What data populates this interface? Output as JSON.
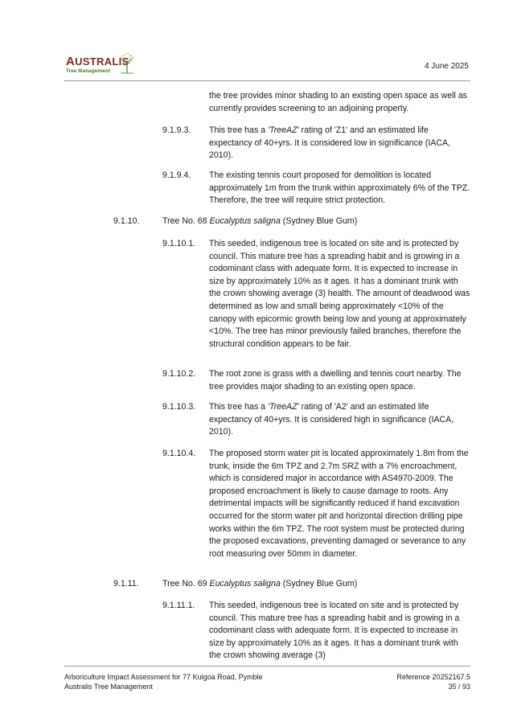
{
  "header": {
    "logo_name_first": "A",
    "logo_name_rest": "USTRALIS",
    "logo_subtitle": "Tree Management",
    "date": "4 June 2025",
    "colors": {
      "brand_red": "#7a2a22",
      "brand_green": "#4a7a28"
    }
  },
  "body": {
    "p_cont": "the tree provides minor shading to an existing open space as well as currently provides screening to an adjoining property.",
    "n_9193": "9.1.9.3.",
    "p_9193_a": "This tree has a ",
    "p_9193_i": "'TreeAZ'",
    "p_9193_b": " rating of 'Z1' and an estimated life expectancy of 40+yrs. It is considered low in significance (IACA, 2010).",
    "n_9194": "9.1.9.4.",
    "p_9194": "The existing tennis court proposed for demolition is located approximately 1m from the trunk within approximately 6% of the TPZ. Therefore, the tree will require strict protection.",
    "n_9110": "9.1.10.",
    "h_9110_a": "Tree No. 68 ",
    "h_9110_i": "Eucalyptus saligna",
    "h_9110_b": " (Sydney Blue Gum)",
    "n_91101": "9.1.10.1.",
    "p_91101": "This seeded, indigenous tree is located on site and is protected by council. This mature tree has a spreading habit and is growing in a codominant class with adequate form. It is expected to increase in size by approximately 10% as it ages. It has a dominant trunk with the crown showing average (3) health. The amount of deadwood was determined as low and small being approximately <10% of the canopy with epicormic growth being low and young at approximately <10%. The tree has minor previously failed branches, therefore the structural condition appears to be fair.",
    "n_91102": "9.1.10.2.",
    "p_91102": "The root zone is grass with a dwelling and tennis court nearby. The tree provides major shading to an existing open space.",
    "n_91103": "9.1.10.3.",
    "p_91103_a": "This tree has a ",
    "p_91103_i": "'TreeAZ'",
    "p_91103_b": " rating of 'A2' and an estimated life expectancy of 40+yrs. It is considered high in significance (IACA, 2010).",
    "n_91104": "9.1.10.4.",
    "p_91104": "The proposed storm water pit is located approximately 1.8m from the trunk, inside the 6m TPZ and 2.7m SRZ with a 7% encroachment, which is considered major in accordance with AS4970-2009. The proposed encroachment is likely to cause damage to roots. Any detrimental impacts will be significantly reduced if hand excavation occurred for the storm water pit and horizontal direction drilling pipe works within the 6m TPZ. The root system must be protected during the proposed excavations, preventing damaged or severance to any root measuring over 50mm in diameter.",
    "n_9111": "9.1.11.",
    "h_9111_a": "Tree No. 69 ",
    "h_9111_i": "Eucalyptus saligna",
    "h_9111_b": " (Sydney Blue Gum)",
    "n_91111": "9.1.11.1.",
    "p_91111": "This seeded, indigenous tree is located on site and is protected by council. This mature tree has a spreading habit and is growing in a codominant class with adequate form. It is expected to increase in size by approximately 10% as it ages. It has a dominant trunk with the crown showing average (3)"
  },
  "footer": {
    "left_line1": "Arboriculture Impact Assessment for 77 Kulgoa Road, Pymble",
    "left_line2": "Australis Tree Management",
    "reference": "Reference 20252167.5",
    "page": "35 / 93"
  }
}
